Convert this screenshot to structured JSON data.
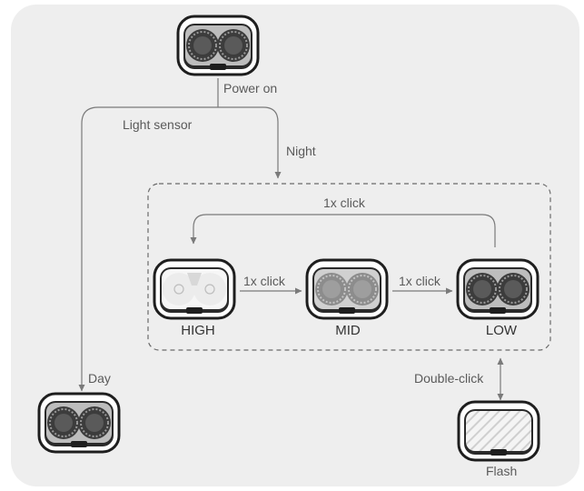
{
  "labels": {
    "power_on": "Power on",
    "light_sensor": "Light sensor",
    "night": "Night",
    "day": "Day",
    "click_top": "1x click",
    "click_high_mid": "1x click",
    "click_mid_low": "1x click",
    "double_click": "Double-click"
  },
  "modes": {
    "high": "HIGH",
    "mid": "MID",
    "low": "LOW",
    "flash": "Flash"
  },
  "colors": {
    "panel": "#eeeeee",
    "line": "#7a7a7a",
    "text": "#5a5a5a",
    "mode_text": "#333333",
    "device_outline": "#1e1e1e",
    "lens_dark": "#4a4a4a",
    "lens_mid": "#8a8a8a",
    "lens_light": "#eaeaea"
  },
  "icons": {
    "device": "bike-light-icon",
    "arrow": "arrow-icon"
  }
}
